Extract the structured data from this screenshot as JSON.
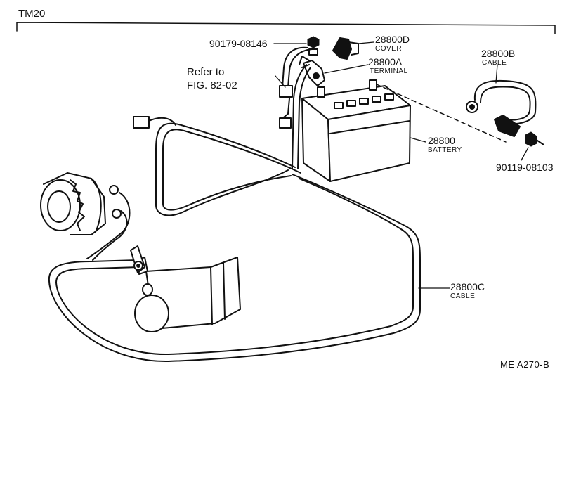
{
  "header": {
    "model": "TM20"
  },
  "reference_note": {
    "line1": "Refer to",
    "line2": "FIG. 82-02"
  },
  "parts": {
    "nut": {
      "part_no": "90179-08146"
    },
    "cover": {
      "part_no": "28800D",
      "name": "COVER"
    },
    "terminal": {
      "part_no": "28800A",
      "name": "TERMINAL"
    },
    "battery": {
      "part_no": "28800",
      "name": "BATTERY"
    },
    "ground_cable": {
      "part_no": "28800B",
      "name": "CABLE"
    },
    "bolt": {
      "part_no": "90119-08103"
    },
    "starter_cable": {
      "part_no": "28800C",
      "name": "CABLE"
    }
  },
  "footer": {
    "code": "ME  A270-B"
  }
}
